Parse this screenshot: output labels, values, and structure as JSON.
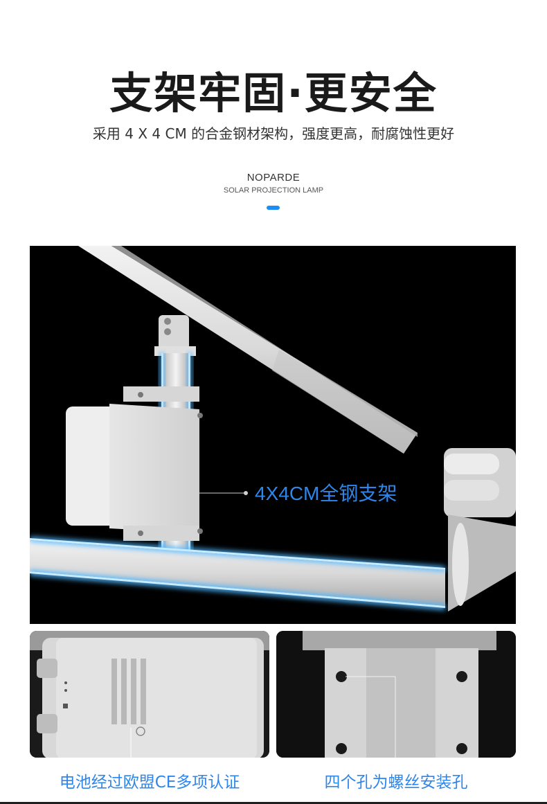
{
  "header": {
    "headline": "支架牢固·更安全",
    "subline": "采用 4 X 4 CM 的合金钢材架构，强度更高，耐腐蚀性更好",
    "brand": "NOPARDE",
    "brand_sub": "SOLAR PROJECTION LAMP"
  },
  "main_photo": {
    "callout": "4X4CM全钢支架"
  },
  "details": [
    {
      "caption": "电池经过欧盟CE多项认证"
    },
    {
      "caption": "四个孔为螺丝安装孔"
    }
  ],
  "colors": {
    "accent": "#1a8ef2",
    "caption": "#2f86ea",
    "glow": "#4fb6ff"
  }
}
